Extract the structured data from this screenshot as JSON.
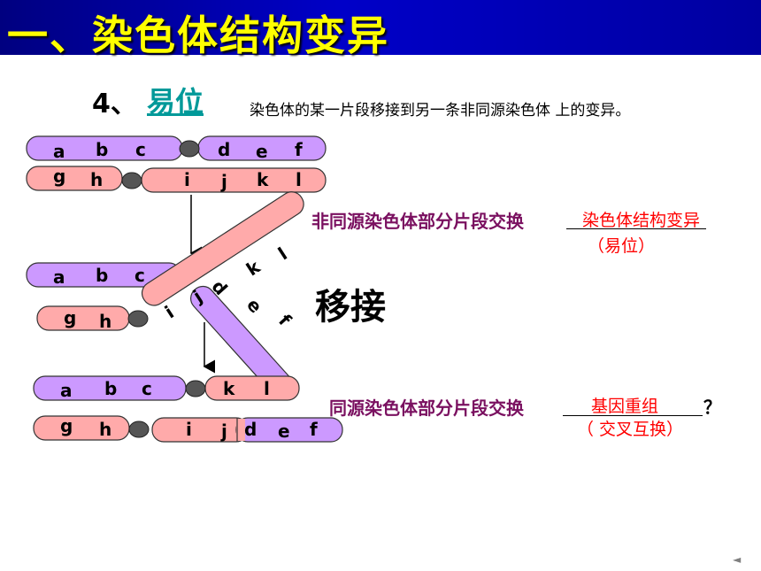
{
  "slide": {
    "title": "一、染色体结构变异",
    "heading_num": "4、",
    "heading_link": "易位",
    "definition": "染色体的某一片段移接到另一条非同源染色体 上的变异。",
    "nonhomologous_label": "非同源染色体部分片段交换",
    "nonhomologous_answer": "染色体结构变异",
    "nonhomologous_sub": "（易位）",
    "yijie": "移接",
    "homologous_label": "同源染色体部分片段交换",
    "homologous_answer": "基因重组",
    "homologous_sub": "（ 交叉互换）",
    "qmark": "？",
    "nav_prev": "◄"
  },
  "colors": {
    "purple_arm": "#cc99ff",
    "pink_arm": "#ffaaaa",
    "centromere": "#555555",
    "title_text": "#ffff00",
    "title_bar": "#0000c0"
  },
  "genes": {
    "row1_left": [
      "a",
      "b",
      "c"
    ],
    "row1_right": [
      "d",
      "e",
      "f"
    ],
    "row2_left": [
      "g",
      "h"
    ],
    "row2_right": [
      "i",
      "j",
      "k",
      "l"
    ],
    "mid_top_left": [
      "a",
      "b",
      "c"
    ],
    "mid_cross_a": [
      "d",
      "e",
      "f"
    ],
    "mid_cross_b": [
      "i",
      "j",
      "k",
      "l"
    ],
    "mid_bottom_left": [
      "g",
      "h"
    ],
    "bot1_left": [
      "a",
      "b",
      "c"
    ],
    "bot1_right": [
      "k",
      "l"
    ],
    "bot2_left": [
      "g",
      "h"
    ],
    "bot2_right_pink": [
      "i",
      "j"
    ],
    "bot2_right_purple": [
      "d",
      "e",
      "f"
    ]
  }
}
